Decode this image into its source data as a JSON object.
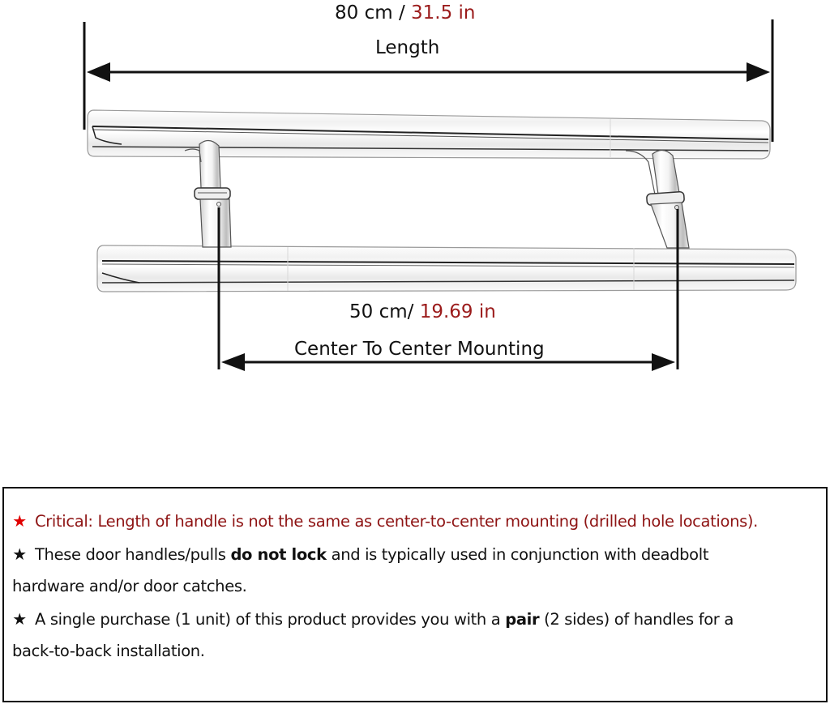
{
  "diagram": {
    "length_dimension": {
      "metric": "80 cm /",
      "imperial": "31.5 in",
      "label": "Length"
    },
    "center_dimension": {
      "metric": "50 cm/",
      "imperial": "19.69 in",
      "label": "Center To Center Mounting"
    },
    "colors": {
      "imperial_text": "#9b1b1b",
      "line": "#111111",
      "critical_star": "#e00000",
      "critical_text": "#8e1414"
    }
  },
  "notes": {
    "items": [
      {
        "icon": "star-icon",
        "text": "Critical: Length of handle is not the same as center-to-center mounting (drilled hole locations)."
      },
      {
        "icon": "star-icon",
        "text_before": "These door handles/pulls ",
        "bold": "do not lock",
        "text_after": " and is typically used in conjunction with deadbolt",
        "continuation": "hardware and/or door catches."
      },
      {
        "icon": "star-icon",
        "text_before": "A single purchase (1 unit) of this product provides you with a ",
        "bold": "pair",
        "text_after": " (2 sides) of handles for a",
        "continuation": "back-to-back installation."
      }
    ],
    "star_glyph": "★"
  }
}
